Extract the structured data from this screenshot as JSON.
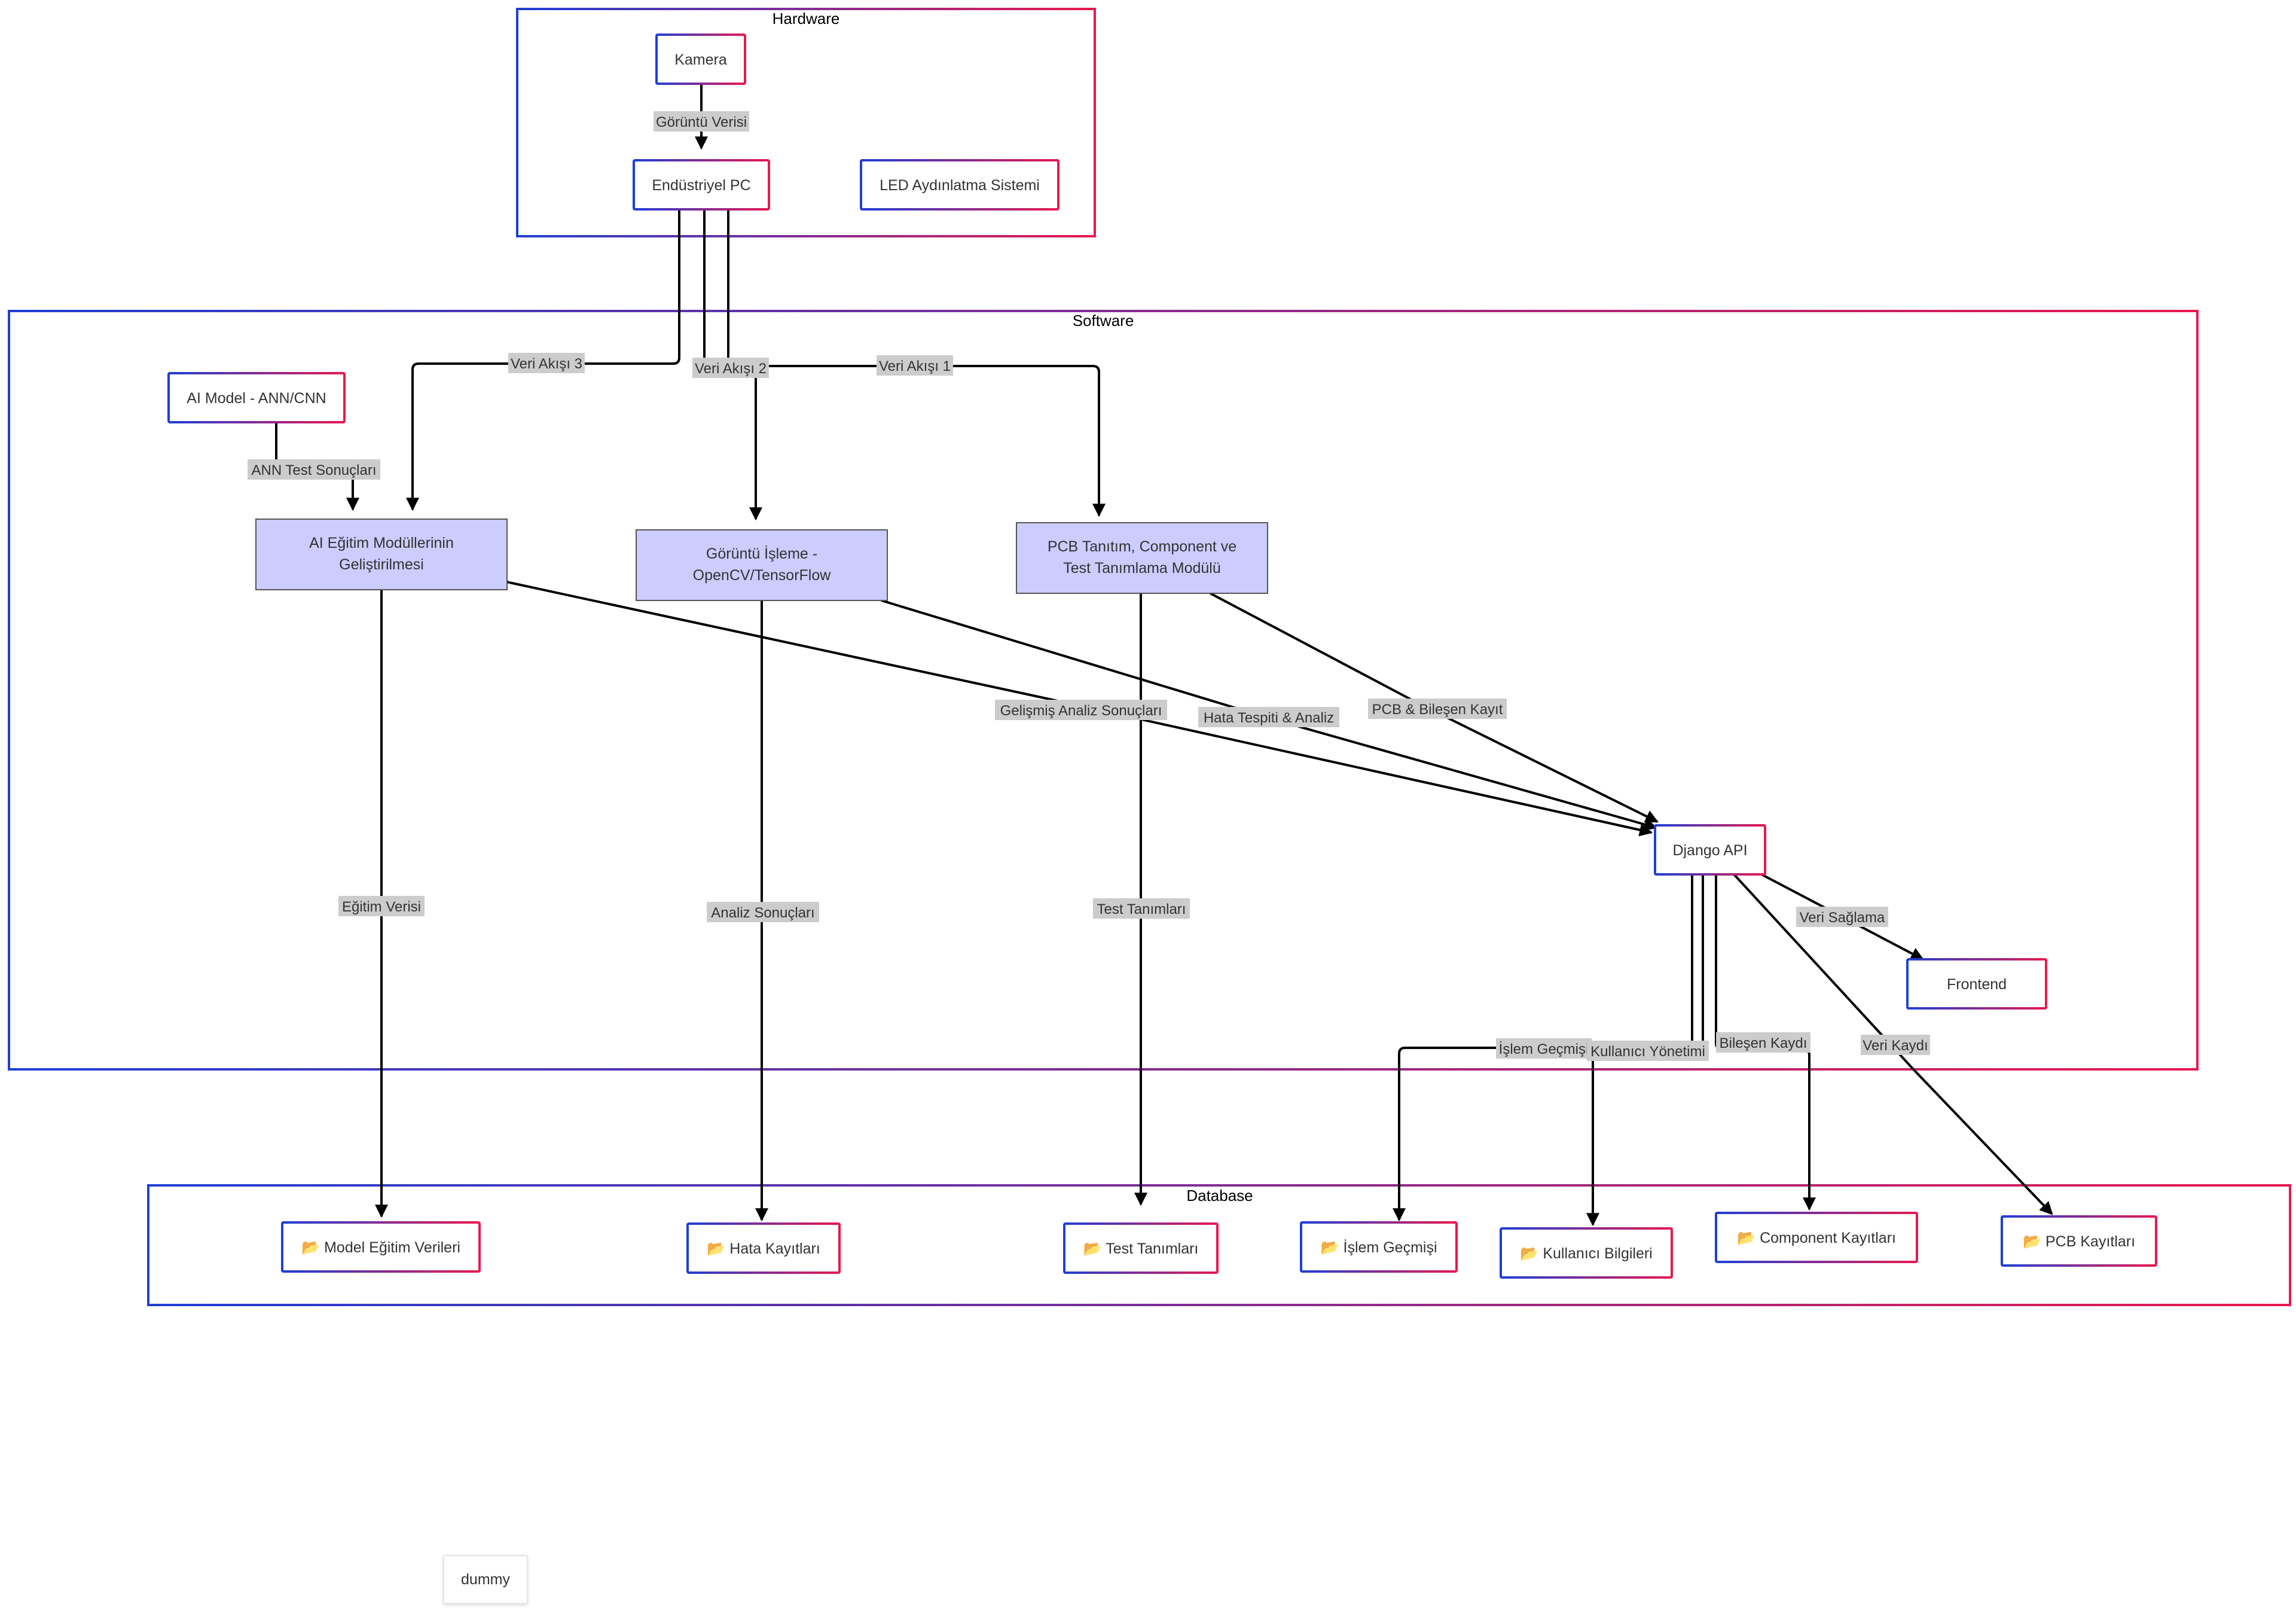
{
  "groups": {
    "hardware": "Hardware",
    "software": "Software",
    "database": "Database"
  },
  "nodes": {
    "kamera": "Kamera",
    "endustriyel_pc": "Endüstriyel PC",
    "led": "LED Aydınlatma Sistemi",
    "ai_model": "AI Model - ANN/CNN",
    "ai_egitim_line1": "AI Eğitim Modüllerinin",
    "ai_egitim_line2": "Geliştirilmesi",
    "goruntu_line1": "Görüntü İşleme -",
    "goruntu_line2": "OpenCV/TensorFlow",
    "pcb_line1": "PCB Tanıtım, Component ve",
    "pcb_line2": "Test Tanımlama Modülü",
    "django": "Django API",
    "frontend": "Frontend",
    "db_model": "📂 Model Eğitim Verileri",
    "db_hata": "📂 Hata Kayıtları",
    "db_test": "📂 Test Tanımları",
    "db_islem": "📂 İşlem Geçmişi",
    "db_kullanici": "📂 Kullanıcı Bilgileri",
    "db_component": "📂 Component Kayıtları",
    "db_pcb": "📂 PCB Kayıtları",
    "dummy": "dummy"
  },
  "edges": {
    "goruntu_verisi": "Görüntü Verisi",
    "veri_akisi_3": "Veri Akışı 3",
    "veri_akisi_2": "Veri Akışı 2",
    "veri_akisi_1": "Veri Akışı 1",
    "ann_test": "ANN Test Sonuçları",
    "gelismis": "Gelişmiş Analiz Sonuçları",
    "hata_tespiti": "Hata Tespiti & Analiz",
    "pcb_bilesen": "PCB & Bileşen Kayıt",
    "egitim_verisi": "Eğitim Verisi",
    "analiz_sonuclari": "Analiz Sonuçları",
    "test_tanimlari": "Test Tanımları",
    "veri_saglama": "Veri Sağlama",
    "islem_gecmisi": "İşlem Geçmişi",
    "kullanici_yonetimi": "Kullanıcı Yönetimi",
    "bilesen_kaydi": "Bileşen Kaydı",
    "veri_kaydi": "Veri Kaydı"
  },
  "colors": {
    "gradient_start": "#1f3fd6",
    "gradient_end": "#e8194f",
    "process_fill": "#ccccff",
    "process_stroke": "#9370db",
    "edge": "#000000",
    "label_bg": "#cccccc"
  }
}
